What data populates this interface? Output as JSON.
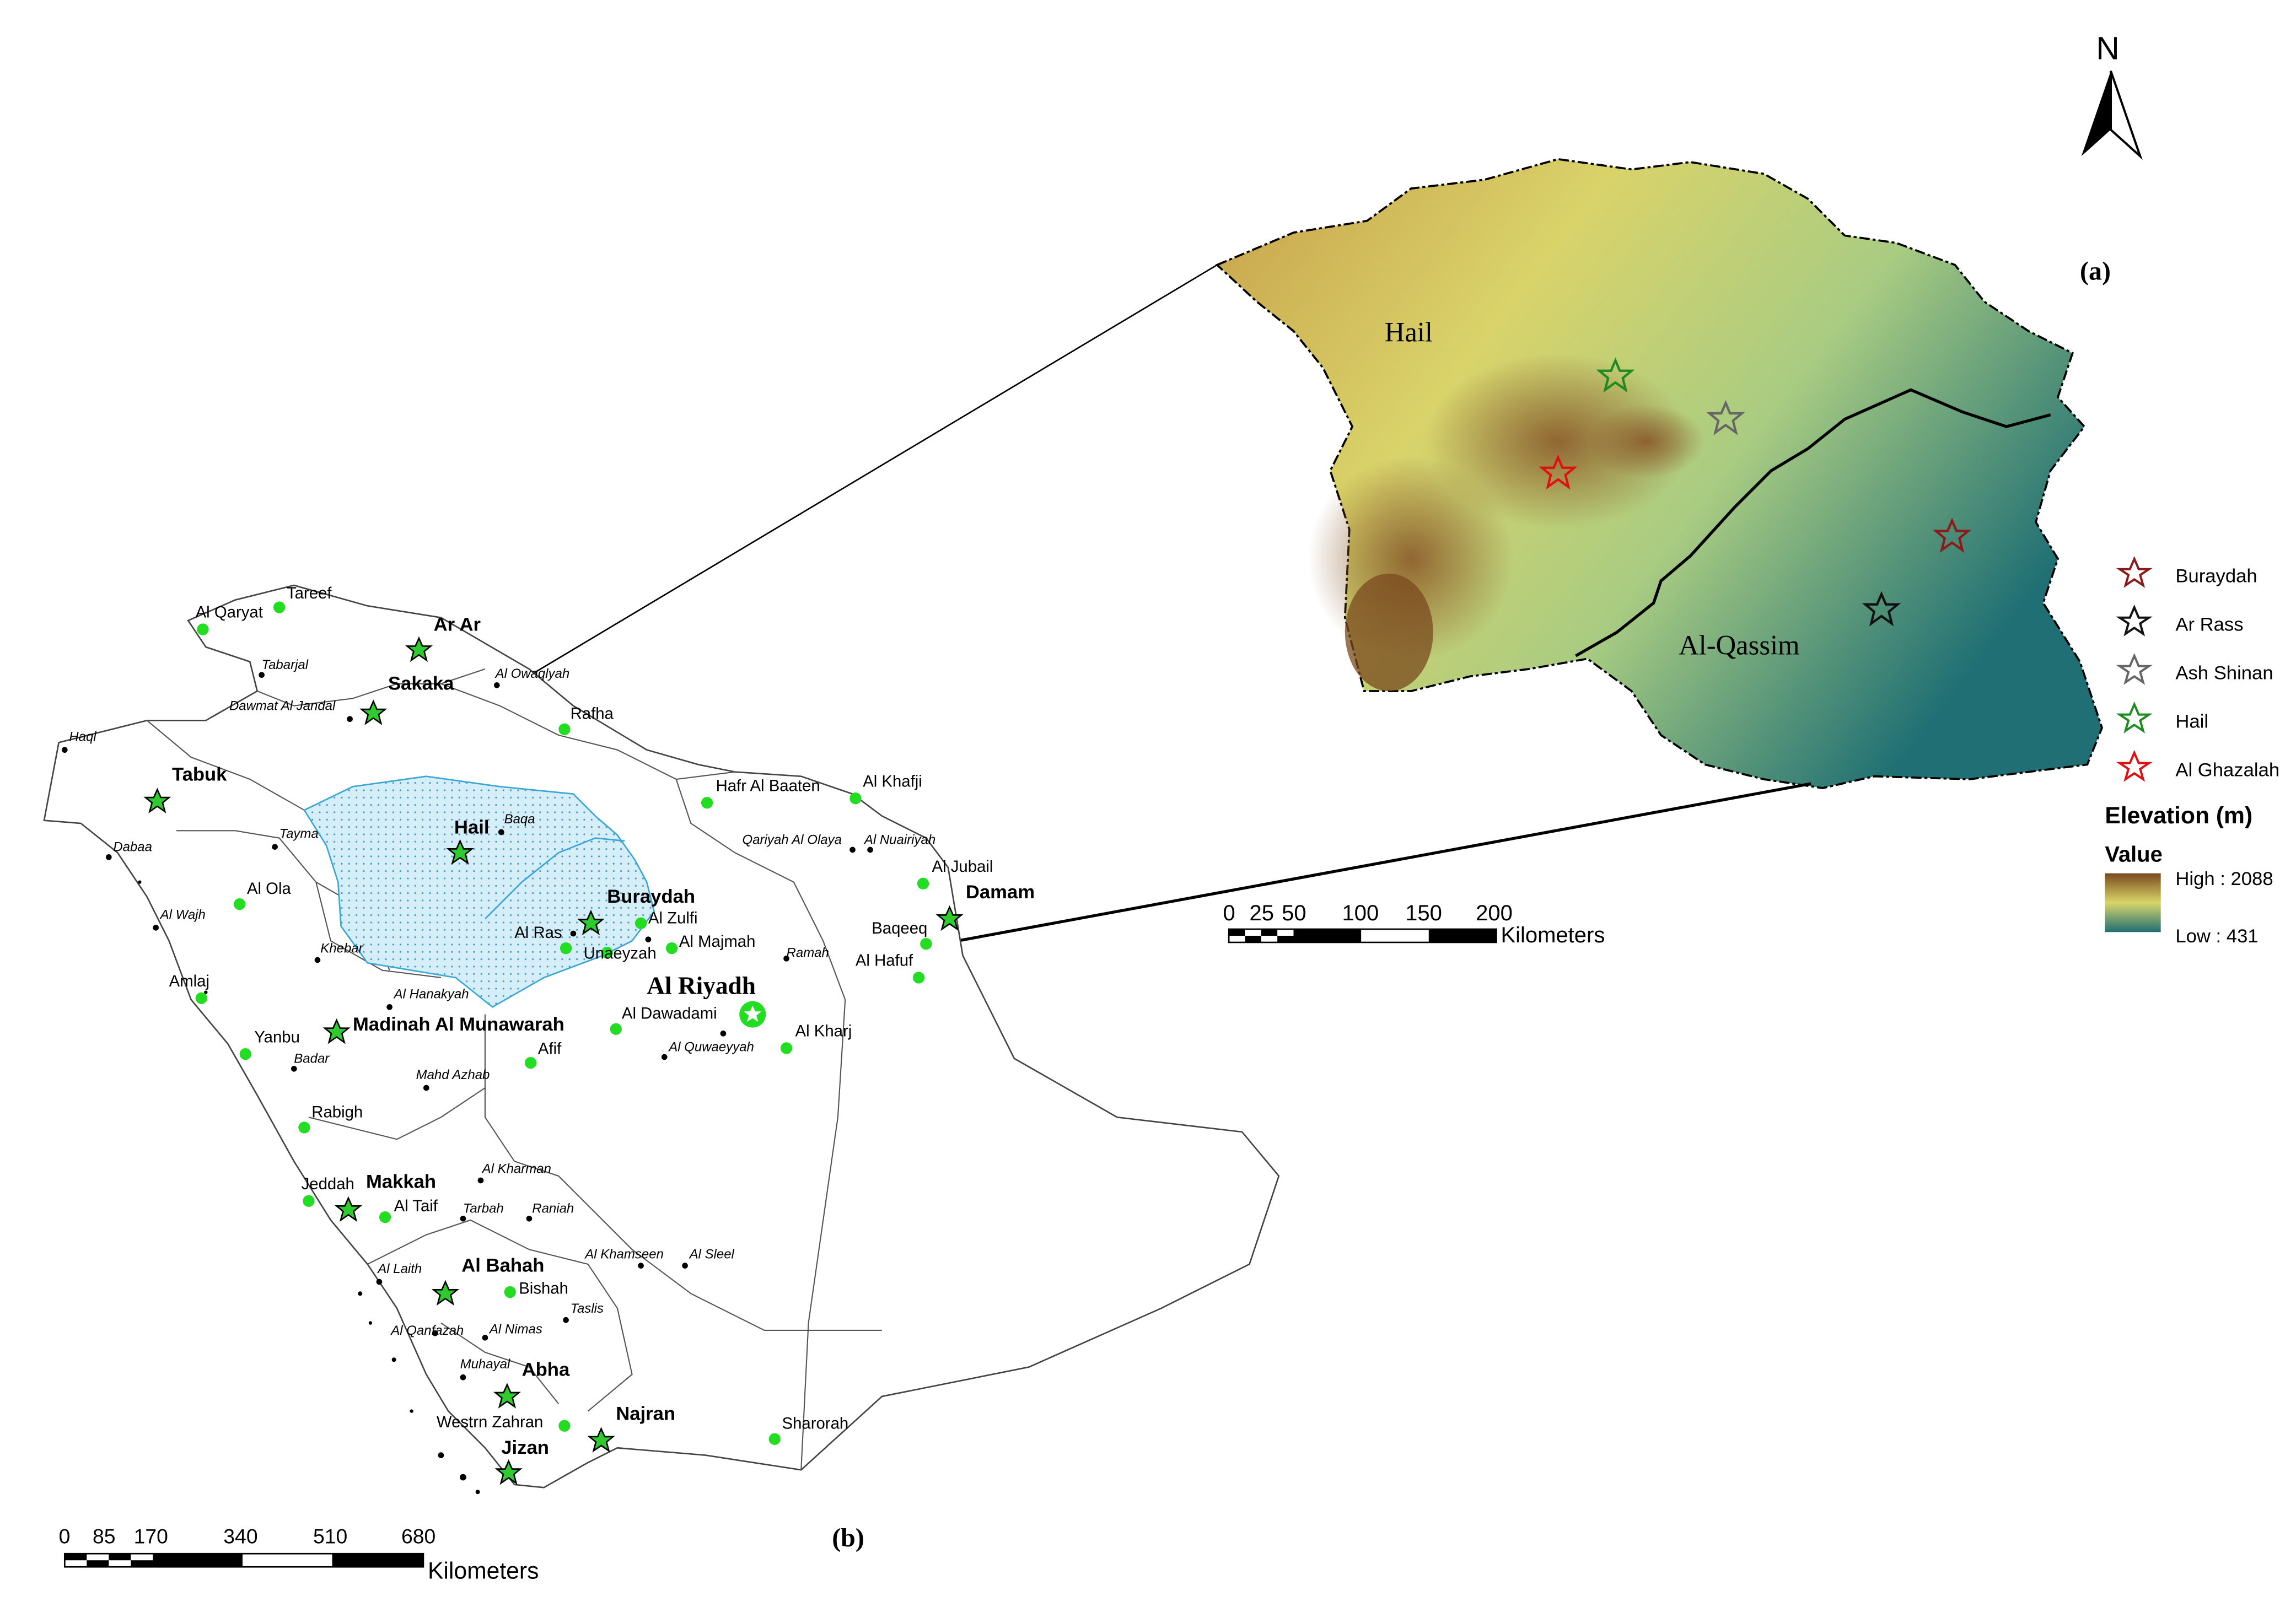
{
  "panel_a": {
    "label": "(a)",
    "north": "N",
    "regions": [
      "Hail",
      "Al-Qassim"
    ],
    "stations": [
      {
        "name": "Buraydah",
        "color": "#8b1a1a"
      },
      {
        "name": "Ar Rass",
        "color": "#111111"
      },
      {
        "name": "Ash Shinan",
        "color": "#666666"
      },
      {
        "name": "Hail",
        "color": "#1f8a1f"
      },
      {
        "name": "Al Ghazalah",
        "color": "#e01010"
      }
    ],
    "legend": {
      "title": "Elevation (m)",
      "subtitle": "Value",
      "high": "High : 2088",
      "low": "Low : 431",
      "high_color": "#7a4a1e",
      "mid_color": "#d9d56a",
      "low_color": "#1f6f74"
    },
    "scale": {
      "ticks": [
        "0",
        "25",
        "50",
        "100",
        "150",
        "200"
      ],
      "unit": "Kilometers"
    }
  },
  "panel_b": {
    "label": "(b)",
    "capital": "Al Riyadh",
    "provincial_capitals": [
      "Ar Ar",
      "Sakaka",
      "Tabuk",
      "Hail",
      "Buraydah",
      "Damam",
      "Madinah Al Munawarah",
      "Makkah",
      "Al Bahah",
      "Abha",
      "Najran",
      "Jizan"
    ],
    "stations": [
      "Tareef",
      "Al Qaryat",
      "Rafha",
      "Hafr Al Baaten",
      "Al Khafji",
      "Al Jubail",
      "Baqeeq",
      "Al Hafuf",
      "Al Ola",
      "Amlaj",
      "Yanbu",
      "Al Zulfi",
      "Al Majmah",
      "Al Ras",
      "Unaeyzah",
      "Al Dawadami",
      "Al Kharj",
      "Afif",
      "Rabigh",
      "Jeddah",
      "Al Taif",
      "Bishah",
      "Westrn Zahran",
      "Sharorah"
    ],
    "towns": [
      "Tabarjal",
      "Dawmat Al Jandal",
      "Al Owaqlyah",
      "Haql",
      "Dabaa",
      "Tayma",
      "Baqa",
      "Al Wajh",
      "Khebar",
      "Qariyah Al Olaya",
      "Al Nuairiyah",
      "Ramah",
      "Al Hanakyah",
      "Badar",
      "Mahd Azhab",
      "Al Quwaeyyah",
      "Al Kharman",
      "Tarbah",
      "Raniah",
      "Al Khamseen",
      "Al Sleel",
      "Al Laith",
      "Taslis",
      "Al Qanfazah",
      "Al Nimas",
      "Muhayal"
    ],
    "scale": {
      "ticks": [
        "0",
        "85",
        "170",
        "340",
        "510",
        "680"
      ],
      "unit": "Kilometers"
    },
    "colors": {
      "station": "#22dd22",
      "star_fill": "#2ecc2e",
      "study_area": "#c9e9f5",
      "study_border": "#3aa6d8"
    }
  }
}
